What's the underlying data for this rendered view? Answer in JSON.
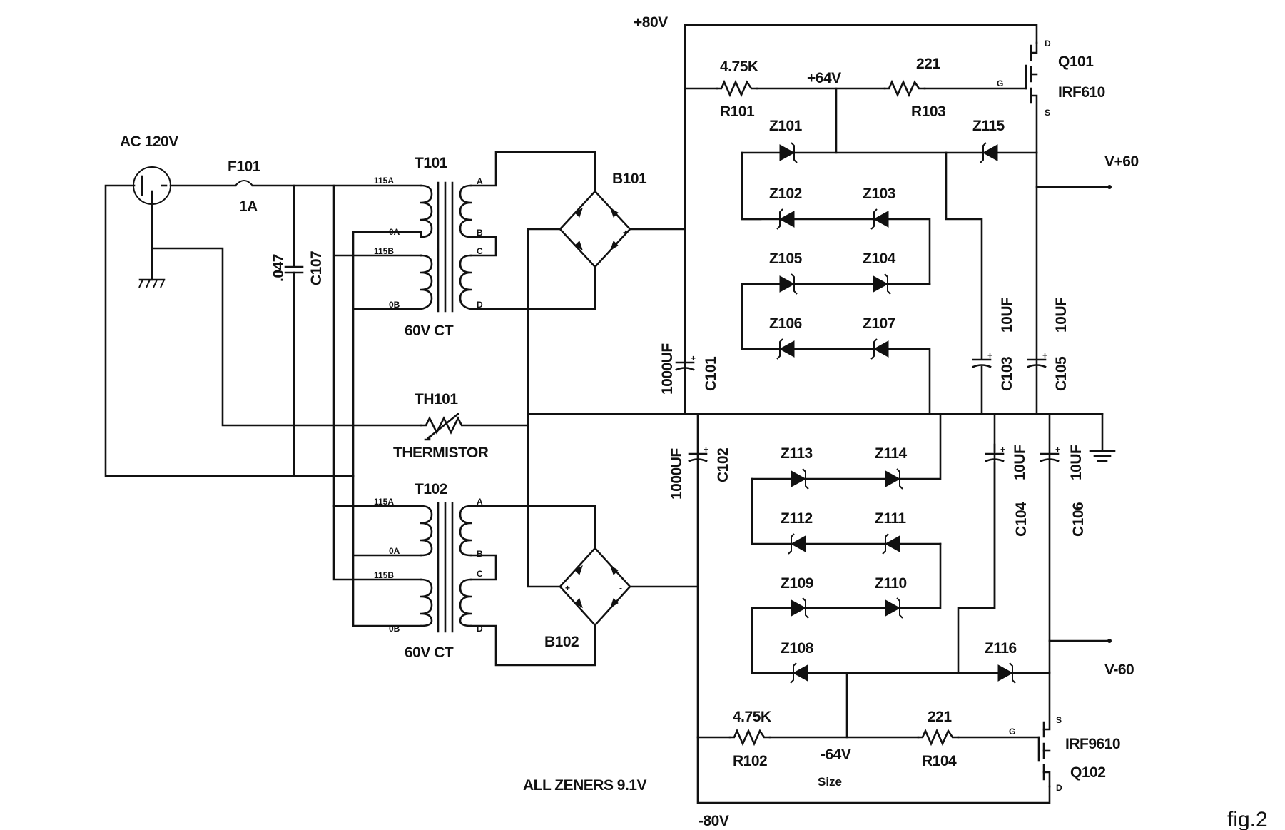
{
  "labels": {
    "ac_in": "AC 120V",
    "fuse": "F101",
    "fuse_rating": "1A",
    "c107_value": ".047",
    "c107": "C107",
    "t101": "T101",
    "t102": "T102",
    "t101_ct": "60V CT",
    "t102_ct": "60V CT",
    "pin_115a": "115A",
    "pin_0a": "0A",
    "pin_115b": "115B",
    "pin_0b": "0B",
    "sec_a": "A",
    "sec_b": "B",
    "sec_c": "C",
    "sec_d": "D",
    "b101": "B101",
    "b102": "B102",
    "th101": "TH101",
    "thermistor": "THERMISTOR",
    "plus80": "+80V",
    "minus80": "-80V",
    "plus64": "+64V",
    "minus64": "-64V",
    "r101_val": "4.75K",
    "r101": "R101",
    "r102_val": "4.75K",
    "r102": "R102",
    "r103_val": "221",
    "r103": "R103",
    "r104_val": "221",
    "r104": "R104",
    "q101": "Q101",
    "q101_part": "IRF610",
    "q102": "Q102",
    "q102_part": "IRF9610",
    "pin_d": "D",
    "pin_g": "G",
    "pin_s": "S",
    "vplus60": "V+60",
    "vminus60": "V-60",
    "c101_val": "1000UF",
    "c101": "C101",
    "c102_val": "1000UF",
    "c102": "C102",
    "c103_val": "10UF",
    "c103": "C103",
    "c104_val": "10UF",
    "c104": "C104",
    "c105_val": "10UF",
    "c105": "C105",
    "c106_val": "10UF",
    "c106": "C106",
    "plus": "+",
    "minus": "-",
    "z101": "Z101",
    "z102": "Z102",
    "z103": "Z103",
    "z104": "Z104",
    "z105": "Z105",
    "z106": "Z106",
    "z107": "Z107",
    "z108": "Z108",
    "z109": "Z109",
    "z110": "Z110",
    "z111": "Z111",
    "z112": "Z112",
    "z113": "Z113",
    "z114": "Z114",
    "z115": "Z115",
    "z116": "Z116",
    "zener_note": "ALL ZENERS 9.1V",
    "size": "Size",
    "fig": "fig.2"
  }
}
